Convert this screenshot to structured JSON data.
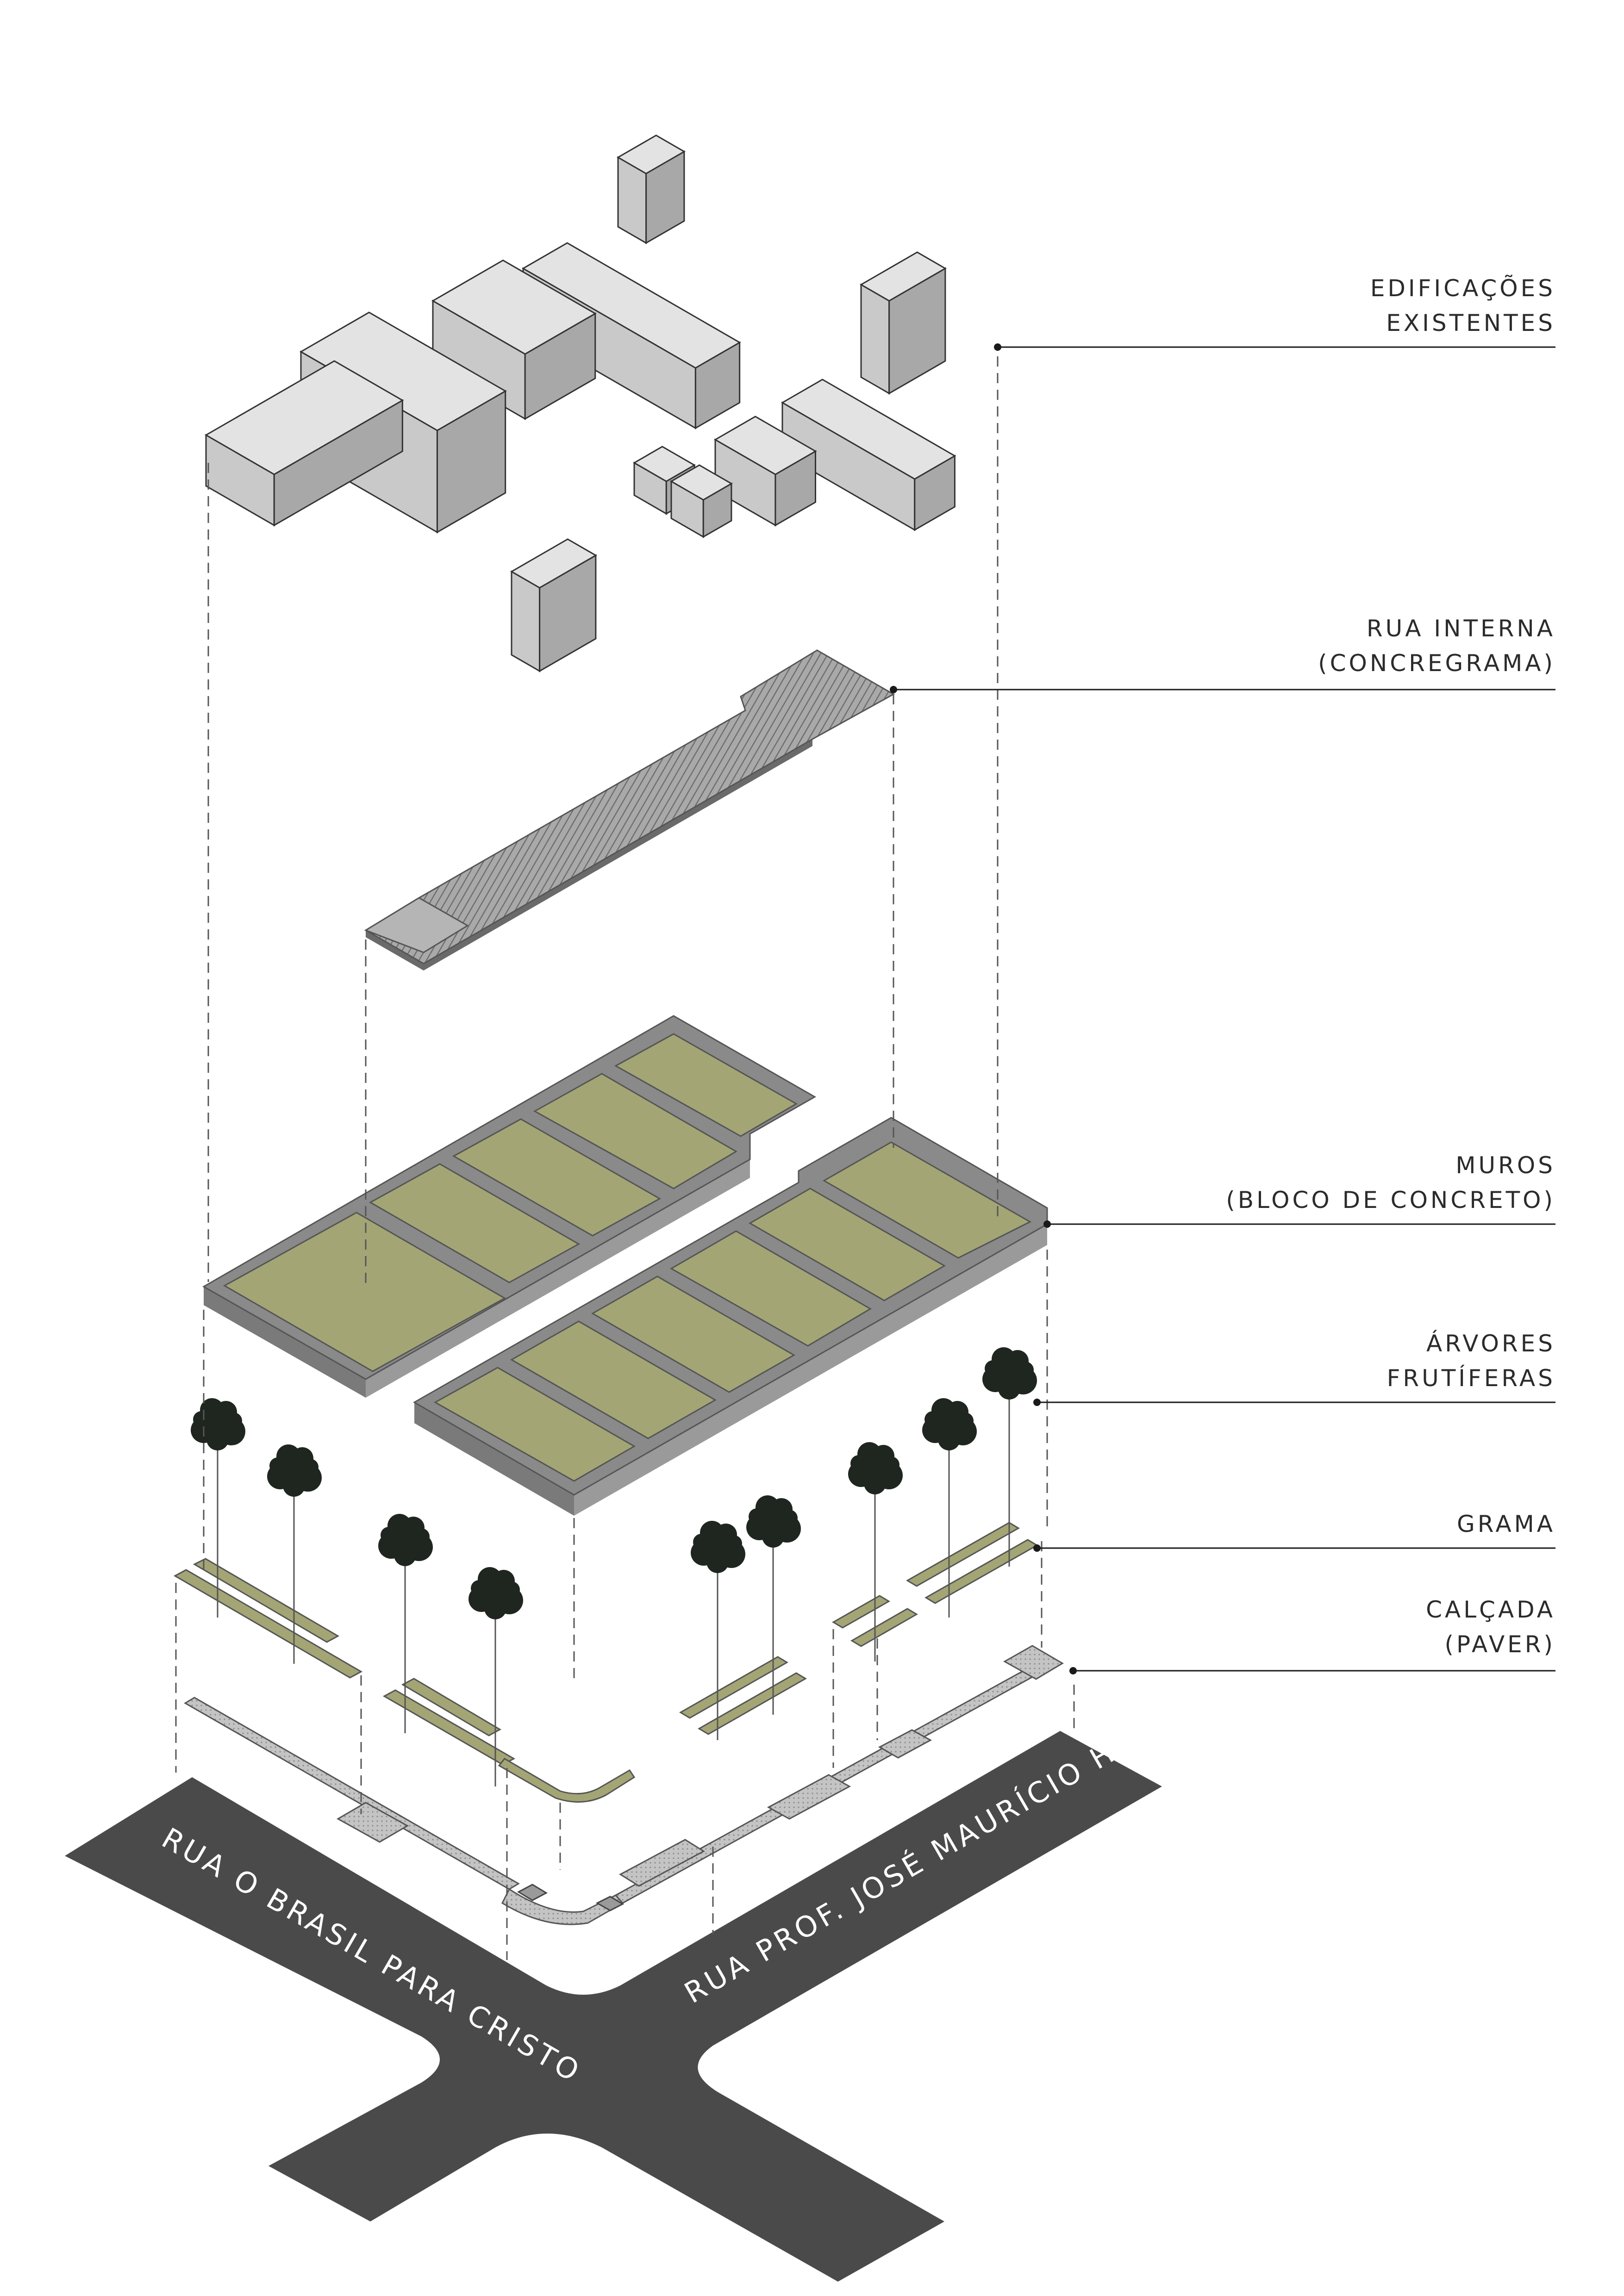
{
  "legend": [
    {
      "id": "edificacoes",
      "lines": [
        "EDIFICAÇÕES",
        "EXISTENTES"
      ]
    },
    {
      "id": "rua-interna",
      "lines": [
        "RUA INTERNA",
        "(CONCREGRAMA)"
      ]
    },
    {
      "id": "muros",
      "lines": [
        "MUROS",
        "(BLOCO DE CONCRETO)"
      ]
    },
    {
      "id": "arvores",
      "lines": [
        "ÁRVORES",
        "FRUTÍFERAS"
      ]
    },
    {
      "id": "grama",
      "lines": [
        "GRAMA"
      ]
    },
    {
      "id": "calcada",
      "lines": [
        "CALÇADA",
        "(PAVER)"
      ]
    }
  ],
  "streets": {
    "left": "RUA O BRASIL PARA CRISTO",
    "right": "RUA PROF. JOSÉ MAURÍCIO HIGGINS"
  },
  "colors": {
    "building_top": "#e3e3e3",
    "building_left": "#c9c9c9",
    "building_right": "#a8a8a8",
    "wall": "#8a8a8a",
    "grass": "#a3a575",
    "road": "#4a4a4a",
    "paver": "#bdbdbd",
    "tree": "#1f261f",
    "leader": "#1a1a1a"
  }
}
